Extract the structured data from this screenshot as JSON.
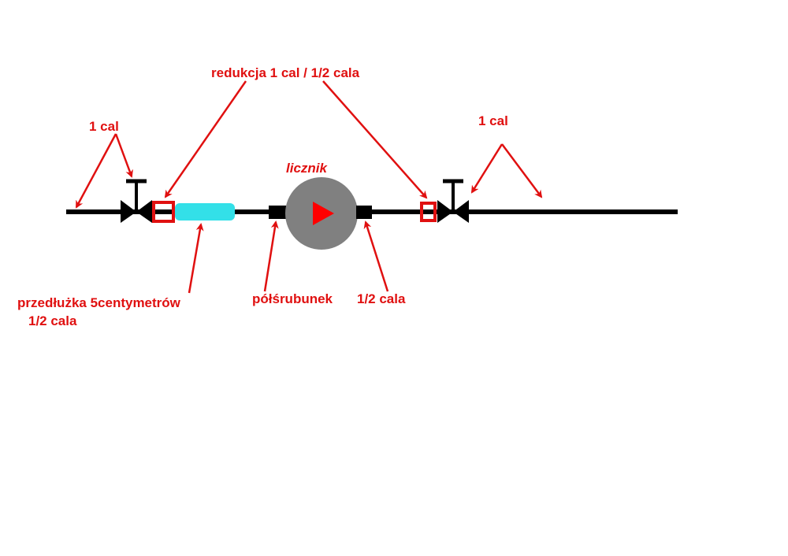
{
  "labels": {
    "reduction": "redukcja 1 cal / 1/2 cala",
    "left_pipe": "1 cal",
    "right_pipe": "1 cal",
    "meter": "licznik",
    "extension_line1": "przedłużka 5centymetrów",
    "extension_line2": "1/2 cala",
    "half_union": "półśrubunek",
    "half_union_size": "1/2 cala"
  },
  "colors": {
    "pipe": "#000000",
    "label": "#e01010",
    "reducer": "#e01010",
    "extension": "#33e0e8",
    "meter_body": "#808080",
    "meter_arrow": "#ff0000"
  }
}
